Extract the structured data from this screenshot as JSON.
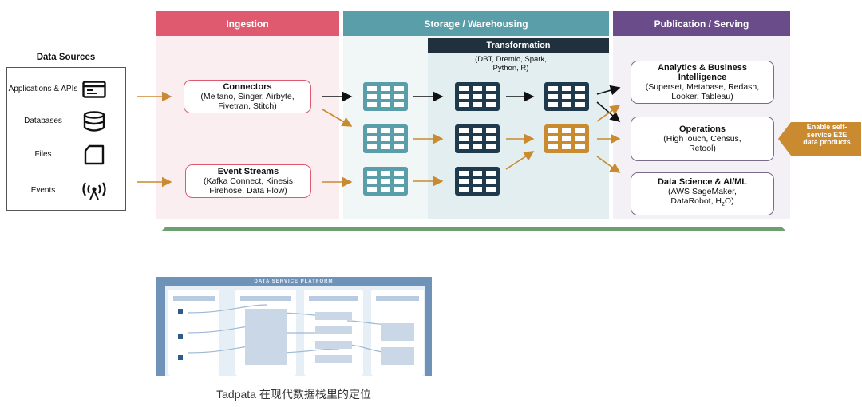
{
  "colors": {
    "ingestion": "#e05a6f",
    "storage": "#5a9ea9",
    "publication": "#6a4c8a",
    "transformation_bar": "#20313d",
    "dark_table": "#1e3a4c",
    "teal_table": "#5a9ea9",
    "orange_table": "#c98a30",
    "dataops": "#6d9f70",
    "bracket": "#4a7dbf"
  },
  "data_sources": {
    "title": "Data Sources",
    "items": [
      {
        "label": "Applications & APIs",
        "icon": "browser-window-icon"
      },
      {
        "label": "Databases",
        "icon": "database-icon"
      },
      {
        "label": "Files",
        "icon": "file-icon"
      },
      {
        "label": "Events",
        "icon": "broadcast-icon"
      }
    ]
  },
  "headers": {
    "ingestion": "Ingestion",
    "storage": "Storage / Warehousing",
    "publication": "Publication / Serving",
    "transformation": "Transformation",
    "transformation_tools": "(DBT, Dremio, Spark, Python, R)"
  },
  "connectors": {
    "title": "Connectors",
    "tools": "(Meltano, Singer, Airbyte, Fivetran, Stitch)"
  },
  "event_streams": {
    "title": "Event Streams",
    "tools": "(Kafka Connect, Kinesis Firehose, Data Flow)"
  },
  "analytics": {
    "title": "Analytics & Business Intelligence",
    "tools": "(Superset, Metabase, Redash, Looker, Tableau)"
  },
  "operations": {
    "title": "Operations",
    "tools": "(HighTouch, Census, Retool)"
  },
  "data_science": {
    "title": "Data Science & AI/ML",
    "tools_line1": "(AWS SageMaker,",
    "tools_line2": "DataRobot, H",
    "tools_sub": "2",
    "tools_line3": "O)"
  },
  "callout": "Enable self-service E2E data products",
  "dataops": "Data Ops principles and tools",
  "thumbnail": {
    "title": "DATA SERVICE PLATFORM"
  },
  "caption": "Tadpata 在现代数据栈里的定位"
}
